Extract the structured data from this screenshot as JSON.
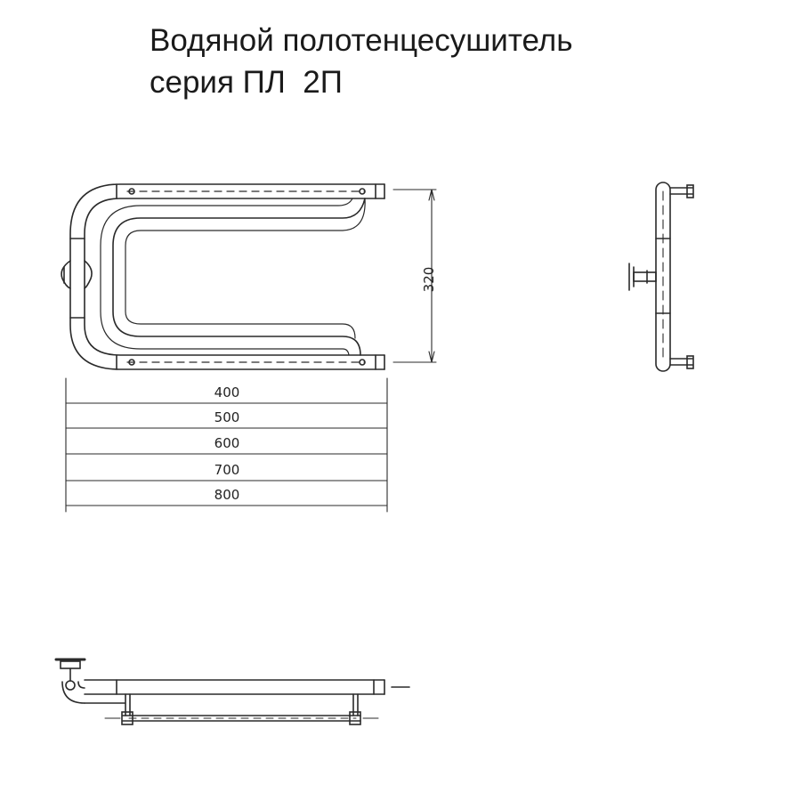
{
  "title": {
    "line1": "Водяной полотенцесушитель",
    "line2": "серия ПЛ  2П"
  },
  "dimensions": {
    "height": "320",
    "widths": [
      "400",
      "500",
      "600",
      "700",
      "800"
    ]
  },
  "colors": {
    "line": "#2a2a2a",
    "background": "#ffffff"
  }
}
